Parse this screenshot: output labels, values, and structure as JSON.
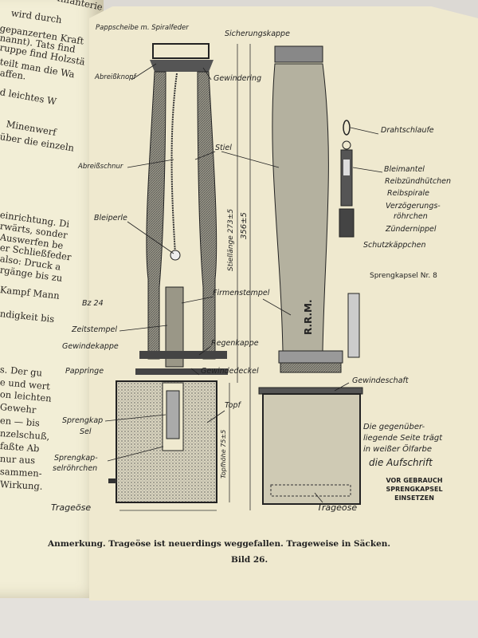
{
  "left_page": {
    "lines": [
      "Infanterie",
      "wird durch",
      "gepanzerten Kraft",
      "nannt). Tats find",
      "ruppe find Holzstä",
      "teilt man die Wa",
      "affen.",
      "d leichtes W",
      "Minenwerf",
      "über die einzeln",
      "einrichtung. Di",
      "rwärts, sonder",
      "Auswerfen be",
      "er Schließfeder",
      "also: Druck a",
      "rgänge bis zu",
      "Kampf Mann",
      "ndigkeit bis",
      "s. Der gu",
      "e und wert",
      "on leichten",
      "Gewehr",
      "en — bis",
      "nzelschuß,",
      "faßte Ab",
      "nur aus",
      "sammen-",
      "Wirkung."
    ]
  },
  "diagram": {
    "labels": {
      "pappscheibe": "Pappscheibe m. Spiralfeder",
      "sicherungskappe": "Sicherungskappe",
      "abreissknopf": "Abreißknopf",
      "gewindering": "Gewindering",
      "stiel": "Stiel",
      "abreissschnur": "Abreißschnur",
      "bleiperle": "Bleiperle",
      "firmenstempel": "Firmenstempel",
      "bz24": "Bz 24",
      "zeitstempel": "Zeitstempel",
      "gewindekappe": "Gewindekappe",
      "regenkappe": "Regenkappe",
      "pappringe": "Pappringe",
      "gewindedeckel": "Gewindedeckel",
      "gewindeschaft": "Gewindeschaft",
      "topf": "Topf",
      "sprengkapsel_1": "Sprengkap",
      "sprengkapsel_2": "Sel",
      "sprengkapselroehrchen_1": "Sprengkap-",
      "sprengkapselroehrchen_2": "selröhrchen",
      "trageoese_left": "Trageöse",
      "trageoese_right": "Trageöse",
      "stiellaenge": "Stiellänge 273±5",
      "gesamtlaenge": "356±5",
      "topfhoehe": "Topfhöhe 75±5",
      "marking": "R.R.M."
    },
    "detonator": {
      "drahtschlaufe": "Drahtschlaufe",
      "bleimantel": "Bleimantel",
      "reibzuendhuetchen": "Reibzündhütchen",
      "reibspirale": "Reibspirale",
      "verzoegerung_1": "Verzögerungs-",
      "verzoegerung_2": "röhrchen",
      "zuendernippel": "Zündernippel",
      "schutzkaeppchen": "Schutzkäppchen",
      "title": "Sprengkapsel Nr. 8"
    },
    "note": {
      "lines": [
        "Die gegenüber-",
        "liegende Seite trägt",
        "in weißer Ölfarbe",
        "die Aufschrift"
      ],
      "inscription": [
        "VOR GEBRAUCH",
        "SPRENGKAPSEL",
        "EINSETZEN"
      ]
    }
  },
  "caption": {
    "note": "Anmerkung. Trageöse ist neuerdings weggefallen. Trageweise in Säcken.",
    "figure": "Bild 26."
  },
  "colors": {
    "paper": "#efe9cf",
    "ink": "#222222"
  }
}
